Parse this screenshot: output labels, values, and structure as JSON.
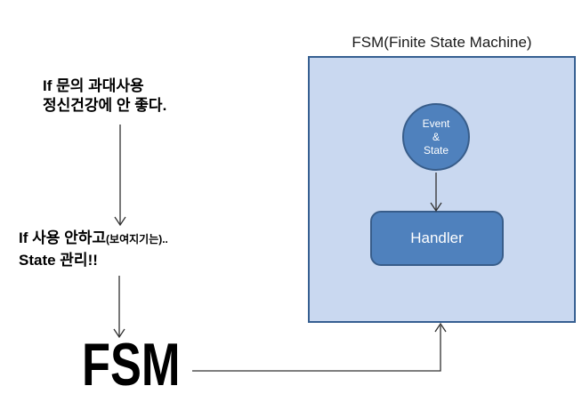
{
  "left_flow": {
    "note1": {
      "line1": "If 문의 과대사용",
      "line2": "정신건강에 안 좋다."
    },
    "note2": {
      "line1_main": "If 사용 안하고",
      "line1_paren": "(보여지기는)..",
      "line2": "State 관리!!"
    },
    "fsm_label": "FSM"
  },
  "fsm_box": {
    "title": "FSM(Finite State Machine)",
    "fill": "#c9d8f0",
    "border": "#365f91",
    "nodes": {
      "event_state": {
        "label": "Event\n&\nState",
        "fill": "#4f81bd",
        "border": "#385d8a",
        "text_color": "#ffffff"
      },
      "handler": {
        "label": "Handler",
        "fill": "#4f81bd",
        "border": "#385d8a",
        "text_color": "#ffffff"
      }
    }
  },
  "colors": {
    "background": "#ffffff",
    "text": "#000000",
    "arrow": "#303030"
  }
}
